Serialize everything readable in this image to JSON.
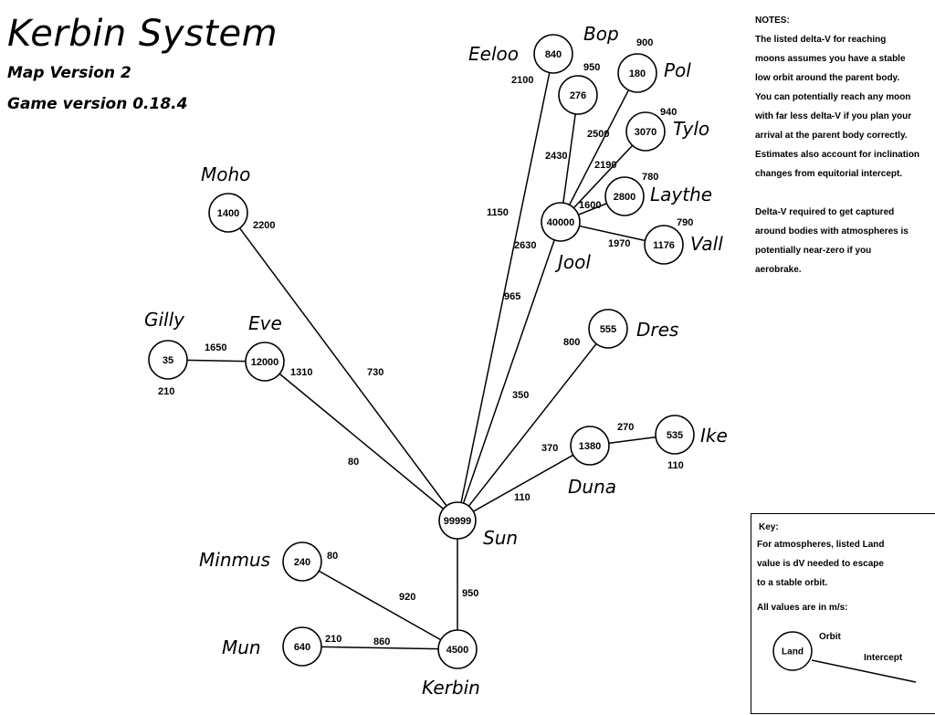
{
  "header": {
    "title": "Kerbin System",
    "subtitle_map": "Map Version 2",
    "subtitle_game": "Game version 0.18.4"
  },
  "notes": {
    "heading": "NOTES:",
    "lines1": [
      "The listed delta-V for reaching",
      "moons assumes you have a stable",
      "low orbit around the parent body.",
      "You can potentially reach any moon",
      "with far less delta-V if you plan your",
      "arrival at the parent body correctly.",
      "Estimates also account for inclination",
      "changes from equitorial intercept."
    ],
    "lines2": [
      "Delta-V required to get captured",
      "around bodies with atmospheres is",
      "potentially near-zero if you",
      "aerobrake."
    ]
  },
  "key": {
    "heading": "Key:",
    "lines": [
      "For atmospheres, listed Land",
      "value is dV needed to escape",
      "to a stable orbit."
    ],
    "units": "All values are in m/s:",
    "land_label": "Land",
    "orbit_label": "Orbit",
    "intercept_label": "Intercept"
  },
  "bodies": [
    {
      "id": "sun",
      "name": "Sun",
      "land": "99999"
    },
    {
      "id": "moho",
      "name": "Moho",
      "land": "1400",
      "orbit": "2200",
      "intercept": "730"
    },
    {
      "id": "eve",
      "name": "Eve",
      "land": "12000",
      "orbit": "1310",
      "intercept": "80"
    },
    {
      "id": "gilly",
      "name": "Gilly",
      "land": "35",
      "orbit": "210",
      "intercept": "1650"
    },
    {
      "id": "kerbin",
      "name": "Kerbin",
      "land": "4500",
      "intercept": "950"
    },
    {
      "id": "mun",
      "name": "Mun",
      "land": "640",
      "orbit": "210",
      "intercept": "860"
    },
    {
      "id": "minmus",
      "name": "Minmus",
      "land": "240",
      "orbit": "80",
      "intercept": "920"
    },
    {
      "id": "duna",
      "name": "Duna",
      "land": "1380",
      "orbit": "370",
      "intercept": "110"
    },
    {
      "id": "ike",
      "name": "Ike",
      "land": "535",
      "orbit": "110",
      "intercept": "270"
    },
    {
      "id": "dres",
      "name": "Dres",
      "land": "555",
      "orbit": "800",
      "intercept": "350"
    },
    {
      "id": "jool",
      "name": "Jool",
      "land": "40000",
      "orbit": "2630",
      "intercept": "965"
    },
    {
      "id": "eeloo",
      "name": "Eeloo",
      "land": "840",
      "orbit": "2100",
      "intercept": "1150"
    },
    {
      "id": "bop",
      "name": "Bop",
      "land": "276",
      "orbit": "950",
      "intercept": "2430"
    },
    {
      "id": "pol",
      "name": "Pol",
      "land": "180",
      "orbit": "900",
      "intercept": "2500"
    },
    {
      "id": "tylo",
      "name": "Tylo",
      "land": "3070",
      "orbit": "940",
      "intercept": "2190"
    },
    {
      "id": "laythe",
      "name": "Laythe",
      "land": "2800",
      "orbit": "780",
      "intercept": "1600"
    },
    {
      "id": "vall",
      "name": "Vall",
      "land": "1176",
      "orbit": "790",
      "intercept": "1970"
    }
  ],
  "edges": [
    {
      "from": "sun",
      "to": "moho"
    },
    {
      "from": "sun",
      "to": "eve"
    },
    {
      "from": "eve",
      "to": "gilly"
    },
    {
      "from": "sun",
      "to": "kerbin"
    },
    {
      "from": "kerbin",
      "to": "mun"
    },
    {
      "from": "kerbin",
      "to": "minmus"
    },
    {
      "from": "sun",
      "to": "duna"
    },
    {
      "from": "duna",
      "to": "ike"
    },
    {
      "from": "sun",
      "to": "dres"
    },
    {
      "from": "sun",
      "to": "jool"
    },
    {
      "from": "sun",
      "to": "eeloo"
    },
    {
      "from": "jool",
      "to": "bop"
    },
    {
      "from": "jool",
      "to": "pol"
    },
    {
      "from": "jool",
      "to": "tylo"
    },
    {
      "from": "jool",
      "to": "laythe"
    },
    {
      "from": "jool",
      "to": "vall"
    }
  ]
}
